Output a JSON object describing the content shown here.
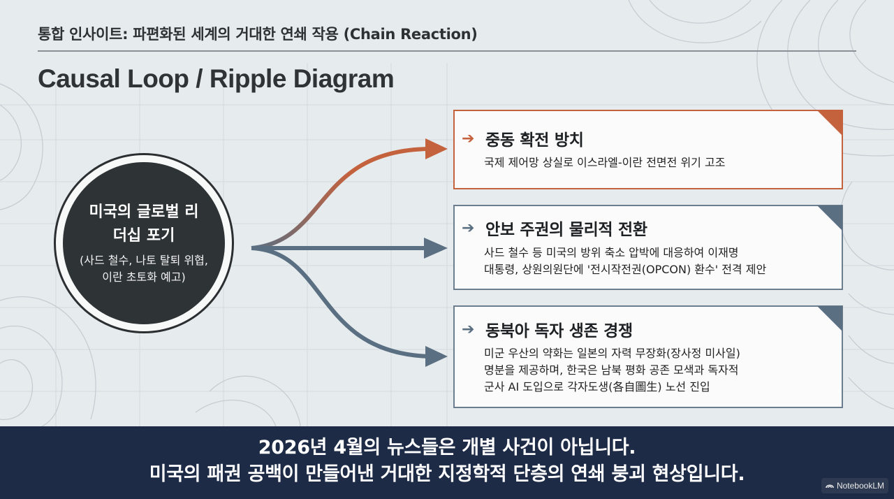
{
  "header": {
    "subtitle": "통합 인사이트: 파편화된 세계의 거대한 연쇄 작용 (Chain Reaction)",
    "title": "Causal Loop / Ripple Diagram"
  },
  "hub": {
    "title": "미국의 글로벌 리더십 포기",
    "subtitle": "(사드 철수, 나토 탈퇴 위협, 이란 초토화 예고)"
  },
  "outcomes": [
    {
      "arrow": "➔",
      "title": "중동 확전 방치",
      "lines": [
        "국제 제어망 상실로 이스라엘-이란 전면전 위기 고조"
      ],
      "color": "#c4623e"
    },
    {
      "arrow": "➔",
      "title": "안보 주권의 물리적 전환",
      "lines": [
        "사드 철수 등 미국의 방위 축소 압박에 대응하여 이재명",
        "대통령, 상원의원단에 '전시작전권(OPCON) 환수' 전격 제안"
      ],
      "color": "#5a6f82"
    },
    {
      "arrow": "➔",
      "title": "동북아 독자 생존 경쟁",
      "lines": [
        "미군 우산의 약화는 일본의 자력 무장화(장사정 미사일)",
        "명분을 제공하며, 한국은 남북 평화 공존 모색과 독자적",
        "군사 AI 도입으로 각자도생(各自圖生) 노선 진입"
      ],
      "color": "#5a6f82"
    }
  ],
  "banner": {
    "line1": "2026년 4월의 뉴스들은 개별 사건이 아닙니다.",
    "line2": "미국의 패권 공백이 만들어낸 거대한 지정학적 단층의 연쇄 붕괴 현상입니다."
  },
  "badge": {
    "label": "NotebookLM",
    "icon": "notebooklm-logo-icon"
  }
}
